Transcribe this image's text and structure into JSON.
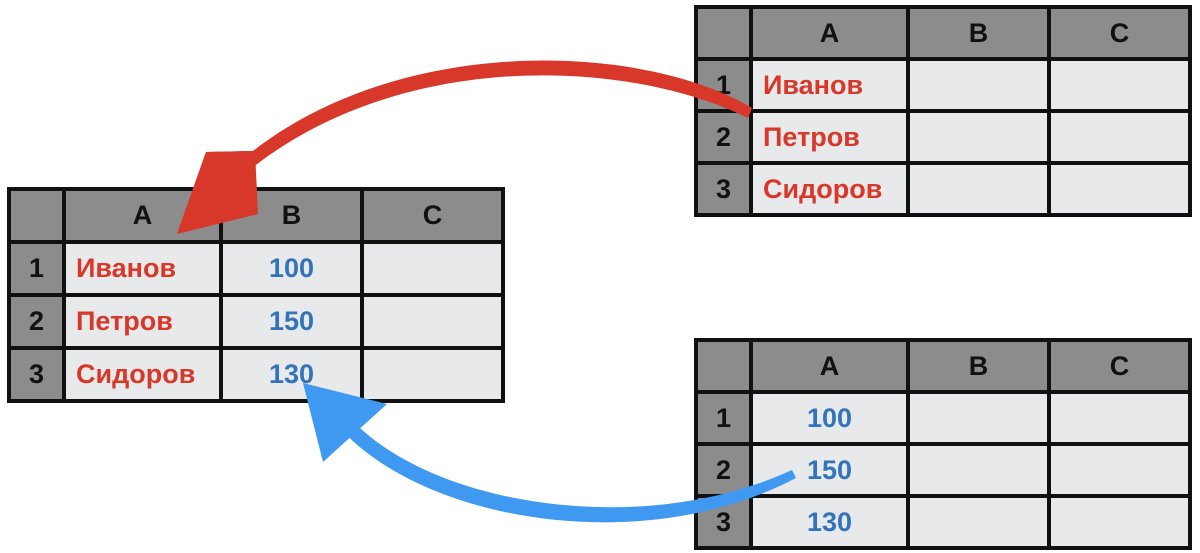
{
  "colors": {
    "name_text": "#d8382a",
    "number_text": "#3273ba",
    "header_bg": "#8c8c8c",
    "cell_bg": "#e8e9eb",
    "grid": "#111111",
    "red_arrow": "#d8382a",
    "blue_arrow": "#4099f0"
  },
  "result_table": {
    "columns": [
      "A",
      "B",
      "C"
    ],
    "rows": [
      {
        "num": "1",
        "a": "Иванов",
        "b": "100",
        "c": ""
      },
      {
        "num": "2",
        "a": "Петров",
        "b": "150",
        "c": ""
      },
      {
        "num": "3",
        "a": "Сидоров",
        "b": "130",
        "c": ""
      }
    ]
  },
  "names_table": {
    "columns": [
      "A",
      "B",
      "C"
    ],
    "rows": [
      {
        "num": "1",
        "a": "Иванов",
        "b": "",
        "c": ""
      },
      {
        "num": "2",
        "a": "Петров",
        "b": "",
        "c": ""
      },
      {
        "num": "3",
        "a": "Сидоров",
        "b": "",
        "c": ""
      }
    ]
  },
  "numbers_table": {
    "columns": [
      "A",
      "B",
      "C"
    ],
    "rows": [
      {
        "num": "1",
        "a": "100",
        "b": "",
        "c": ""
      },
      {
        "num": "2",
        "a": "150",
        "b": "",
        "c": ""
      },
      {
        "num": "3",
        "a": "130",
        "b": "",
        "c": ""
      }
    ]
  }
}
